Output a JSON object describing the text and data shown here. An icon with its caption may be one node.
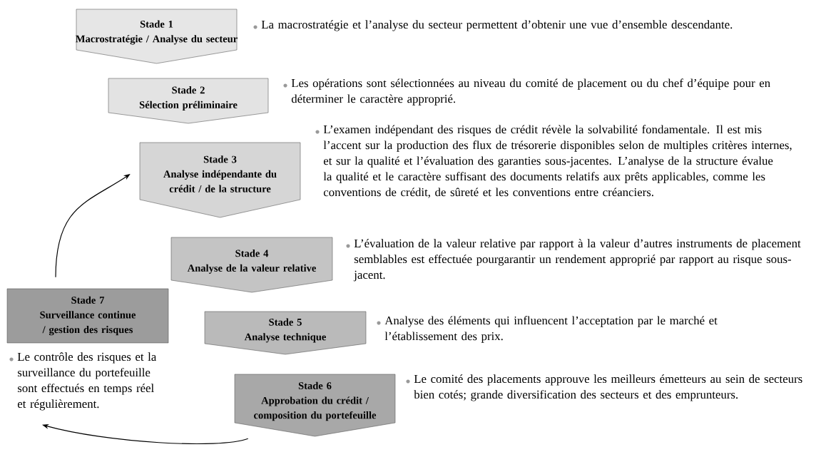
{
  "diagram": {
    "nodes": [
      {
        "text": [
          "Stade 1",
          "Macrostratégie / Analyse du secteur"
        ],
        "beside": [
          "La macrostratégie et l’analyse du secteur permettent d’obtenir une vue d’ensemble descendante."
        ]
      },
      {
        "text": [
          "Stade 2",
          "Sélection préliminaire"
        ],
        "beside": [
          "Les opérations sont sélectionnées au niveau du comité de placement ou du chef d’équipe pour en déterminer le caractère approprié."
        ]
      },
      {
        "text": [
          "Stade 3",
          "Analyse indépendante du crédit / de la structure"
        ],
        "beside": [
          "L’examen indépendant des risques de crédit révèle la solvabilité fondamentale. Il est mis l’accent sur la production des flux de trésorerie disponibles selon de multiples critères internes, et sur la qualité et l’évaluation des garanties sous-jacentes. L’analyse de la structure évalue la qualité et le caractère suffisant des documents relatifs aux prêts applicables, comme les conventions de crédit, de sûreté et les conventions entre créanciers."
        ]
      },
      {
        "text": [
          "Stade 4",
          "Analyse de la valeur relative"
        ],
        "beside": [
          "L’évaluation de la valeur relative par rapport à la valeur d’autres instruments de placement semblables est effectuée pourgarantir un rendement approprié par rapport au risque sous-jacent."
        ]
      },
      {
        "text": [
          "Stade 5",
          "Analyse technique"
        ],
        "beside": [
          "Analyse des éléments qui influencent l’acceptation par le marché et l’établissement des prix."
        ]
      },
      {
        "text": [
          "Stade 6",
          "Approbation du crédit / composition du portefeuille"
        ],
        "beside": [
          "Le comité des placements approuve les meilleurs émetteurs au sein de secteurs bien cotés; grande diversification des secteurs et des emprunteurs."
        ]
      },
      {
        "text": [
          "Stade 7",
          "Surveillance continue / gestion des risques"
        ],
        "beside": [
          "Le contrôle des risques et la surveillance du portefeuille sont effectués en temps réel et régulièrement."
        ]
      }
    ],
    "edges": [
      {
        "from": 5,
        "to": 6,
        "arrow": "to"
      },
      {
        "from": 6,
        "to": 2,
        "arrow": "to"
      }
    ]
  }
}
